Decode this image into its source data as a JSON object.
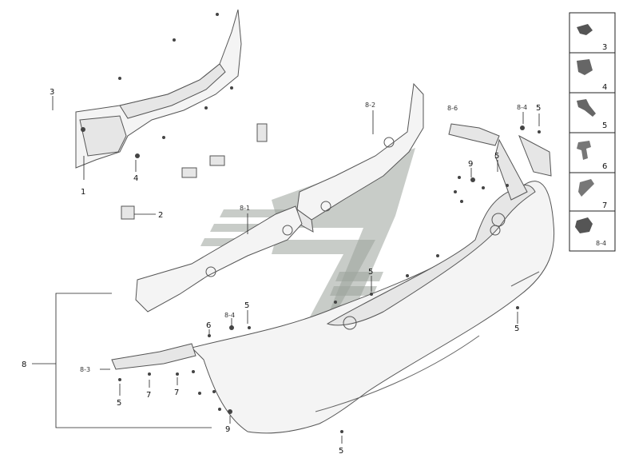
{
  "callouts": {
    "c1": "1",
    "c2": "2",
    "c3": "3",
    "c4": "4",
    "c5a": "5",
    "c5b": "5",
    "c5c": "5",
    "c5d": "5",
    "c5e": "5",
    "c6": "6",
    "c7a": "7",
    "c7b": "7",
    "c8": "8",
    "c8_1": "8-1",
    "c8_2": "8-2",
    "c8_3": "8-3",
    "c8_4a": "8-4",
    "c8_4b": "8-4",
    "c8_6": "8-6",
    "c9a": "9",
    "c9b": "9"
  },
  "legend": {
    "items": [
      "3",
      "4",
      "5",
      "6",
      "7",
      "8-4"
    ]
  },
  "colors": {
    "watermark": "#9aa29a",
    "line": "#222222"
  }
}
